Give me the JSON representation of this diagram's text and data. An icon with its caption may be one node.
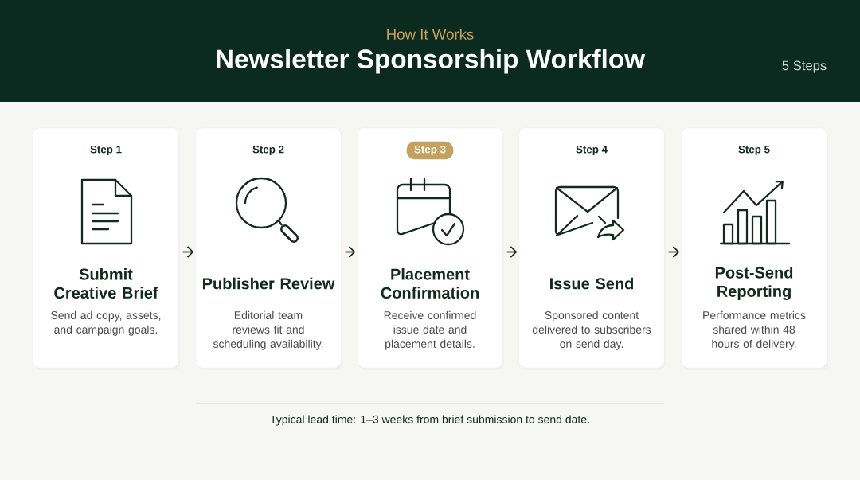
{
  "diagram": {
    "title": "Newsletter Sponsorship Workflow",
    "nodes": [
      {
        "text": [
          "Step 1",
          "Submit Creative Brief",
          "Send ad copy, assets, and campaign goals."
        ]
      },
      {
        "text": [
          "Step 2",
          "Publisher Review",
          "Editorial team reviews fit and scheduling availability."
        ]
      },
      {
        "text": [
          "Step 3",
          "Placement Confirmation",
          "Receive confirmed issue date and placement details."
        ]
      },
      {
        "text": [
          "Step 4",
          "Issue Send",
          "Sponsored content delivered to subscribers on send day."
        ]
      },
      {
        "text": [
          "Step 5",
          "Post-Send Reporting",
          "Performance metrics shared within 48 hours of delivery."
        ]
      }
    ],
    "edges": [
      {
        "from": 0,
        "to": 1,
        "arrow": "to"
      },
      {
        "from": 1,
        "to": 2,
        "arrow": "to"
      },
      {
        "from": 2,
        "to": 3,
        "arrow": "to"
      },
      {
        "from": 3,
        "to": 4,
        "arrow": "to"
      }
    ],
    "labels": [
      "How It Works",
      "5 Steps",
      "Typical lead time: 1–3 weeks from brief submission to send date."
    ]
  }
}
